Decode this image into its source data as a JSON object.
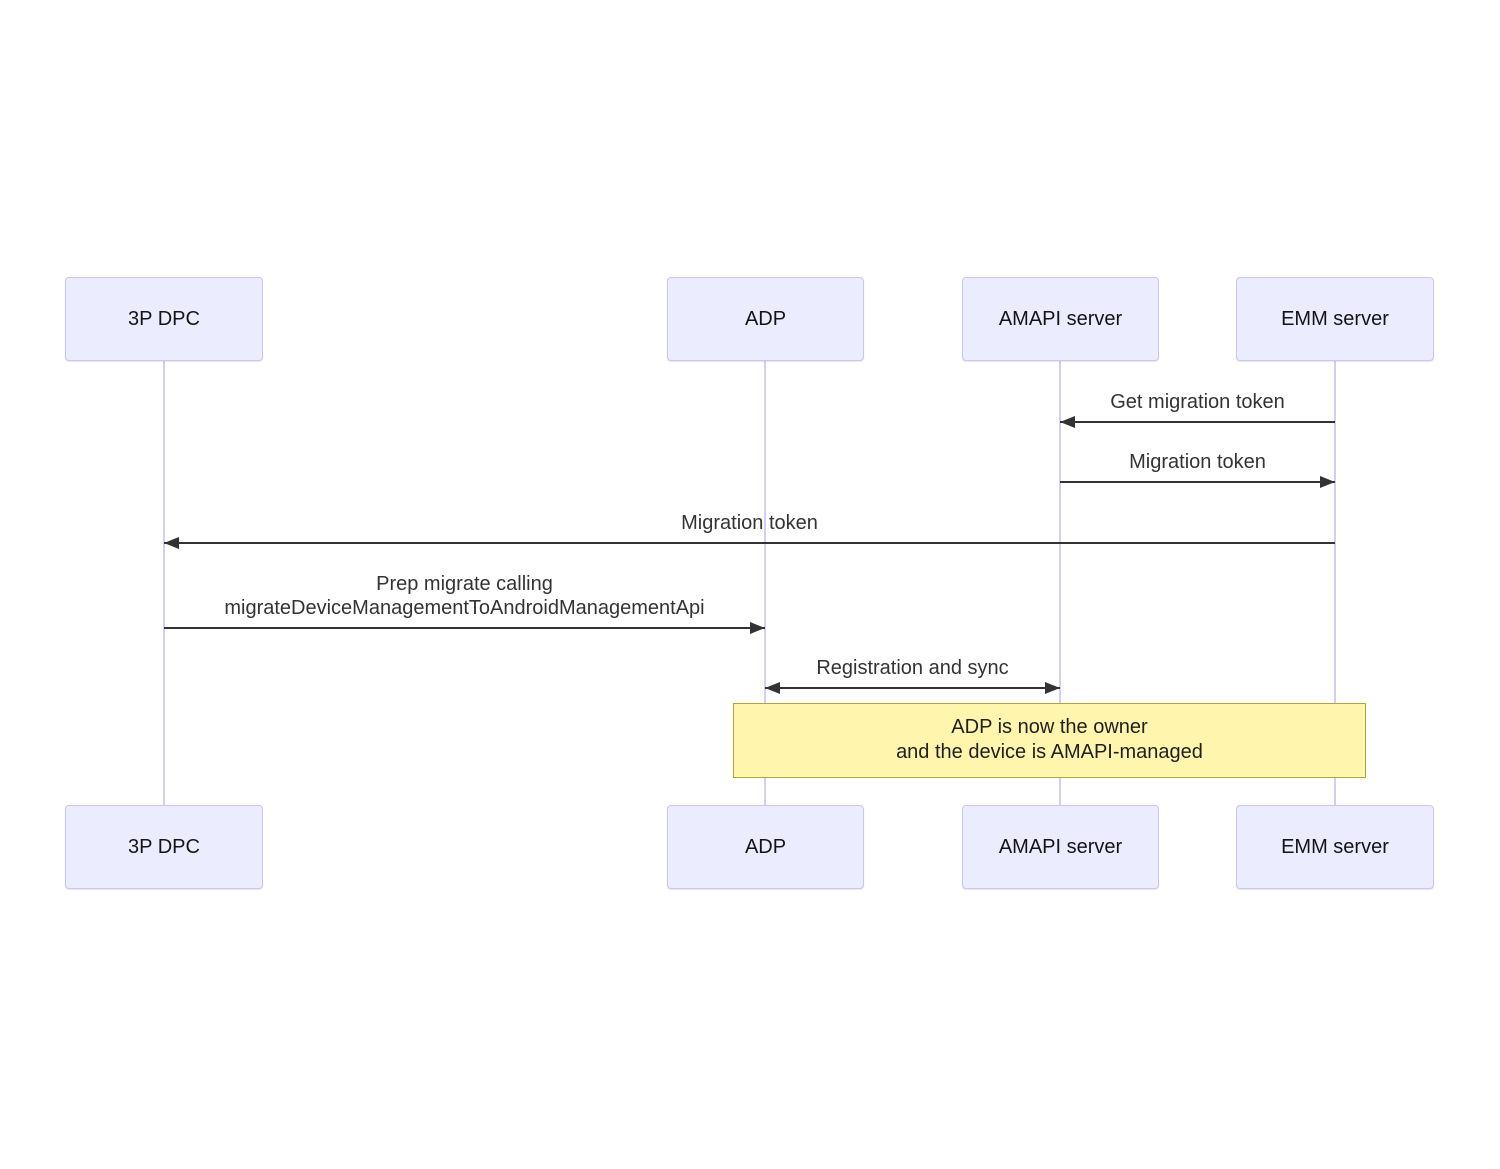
{
  "diagram": {
    "type": "sequence",
    "actors": [
      {
        "label": "3P DPC"
      },
      {
        "label": "ADP"
      },
      {
        "label": "AMAPI server"
      },
      {
        "label": "EMM server"
      }
    ],
    "messages": [
      {
        "from": "EMM server",
        "to": "AMAPI server",
        "arrow": "left",
        "lines": [
          "Get migration token"
        ]
      },
      {
        "from": "AMAPI server",
        "to": "EMM server",
        "arrow": "right",
        "lines": [
          "Migration token"
        ]
      },
      {
        "from": "EMM server",
        "to": "3P DPC",
        "arrow": "left",
        "lines": [
          "Migration token"
        ]
      },
      {
        "from": "3P DPC",
        "to": "ADP",
        "arrow": "right",
        "lines": [
          "Prep migrate calling",
          "migrateDeviceManagementToAndroidManagementApi"
        ]
      },
      {
        "from": "ADP",
        "to": "AMAPI server",
        "arrow": "both",
        "lines": [
          "Registration and sync"
        ]
      }
    ],
    "note": {
      "lines": [
        "ADP is now the owner",
        "and the device is AMAPI-managed"
      ]
    },
    "colors": {
      "actor_fill": "#ECECFF",
      "actor_border": "#CCC6EC",
      "lifeline": "#D8CCF2",
      "arrow": "#333333",
      "message_text": "#333333",
      "note_fill": "#FFF5AD",
      "note_border": "#AAAA33",
      "background": "#FFFFFF"
    }
  }
}
